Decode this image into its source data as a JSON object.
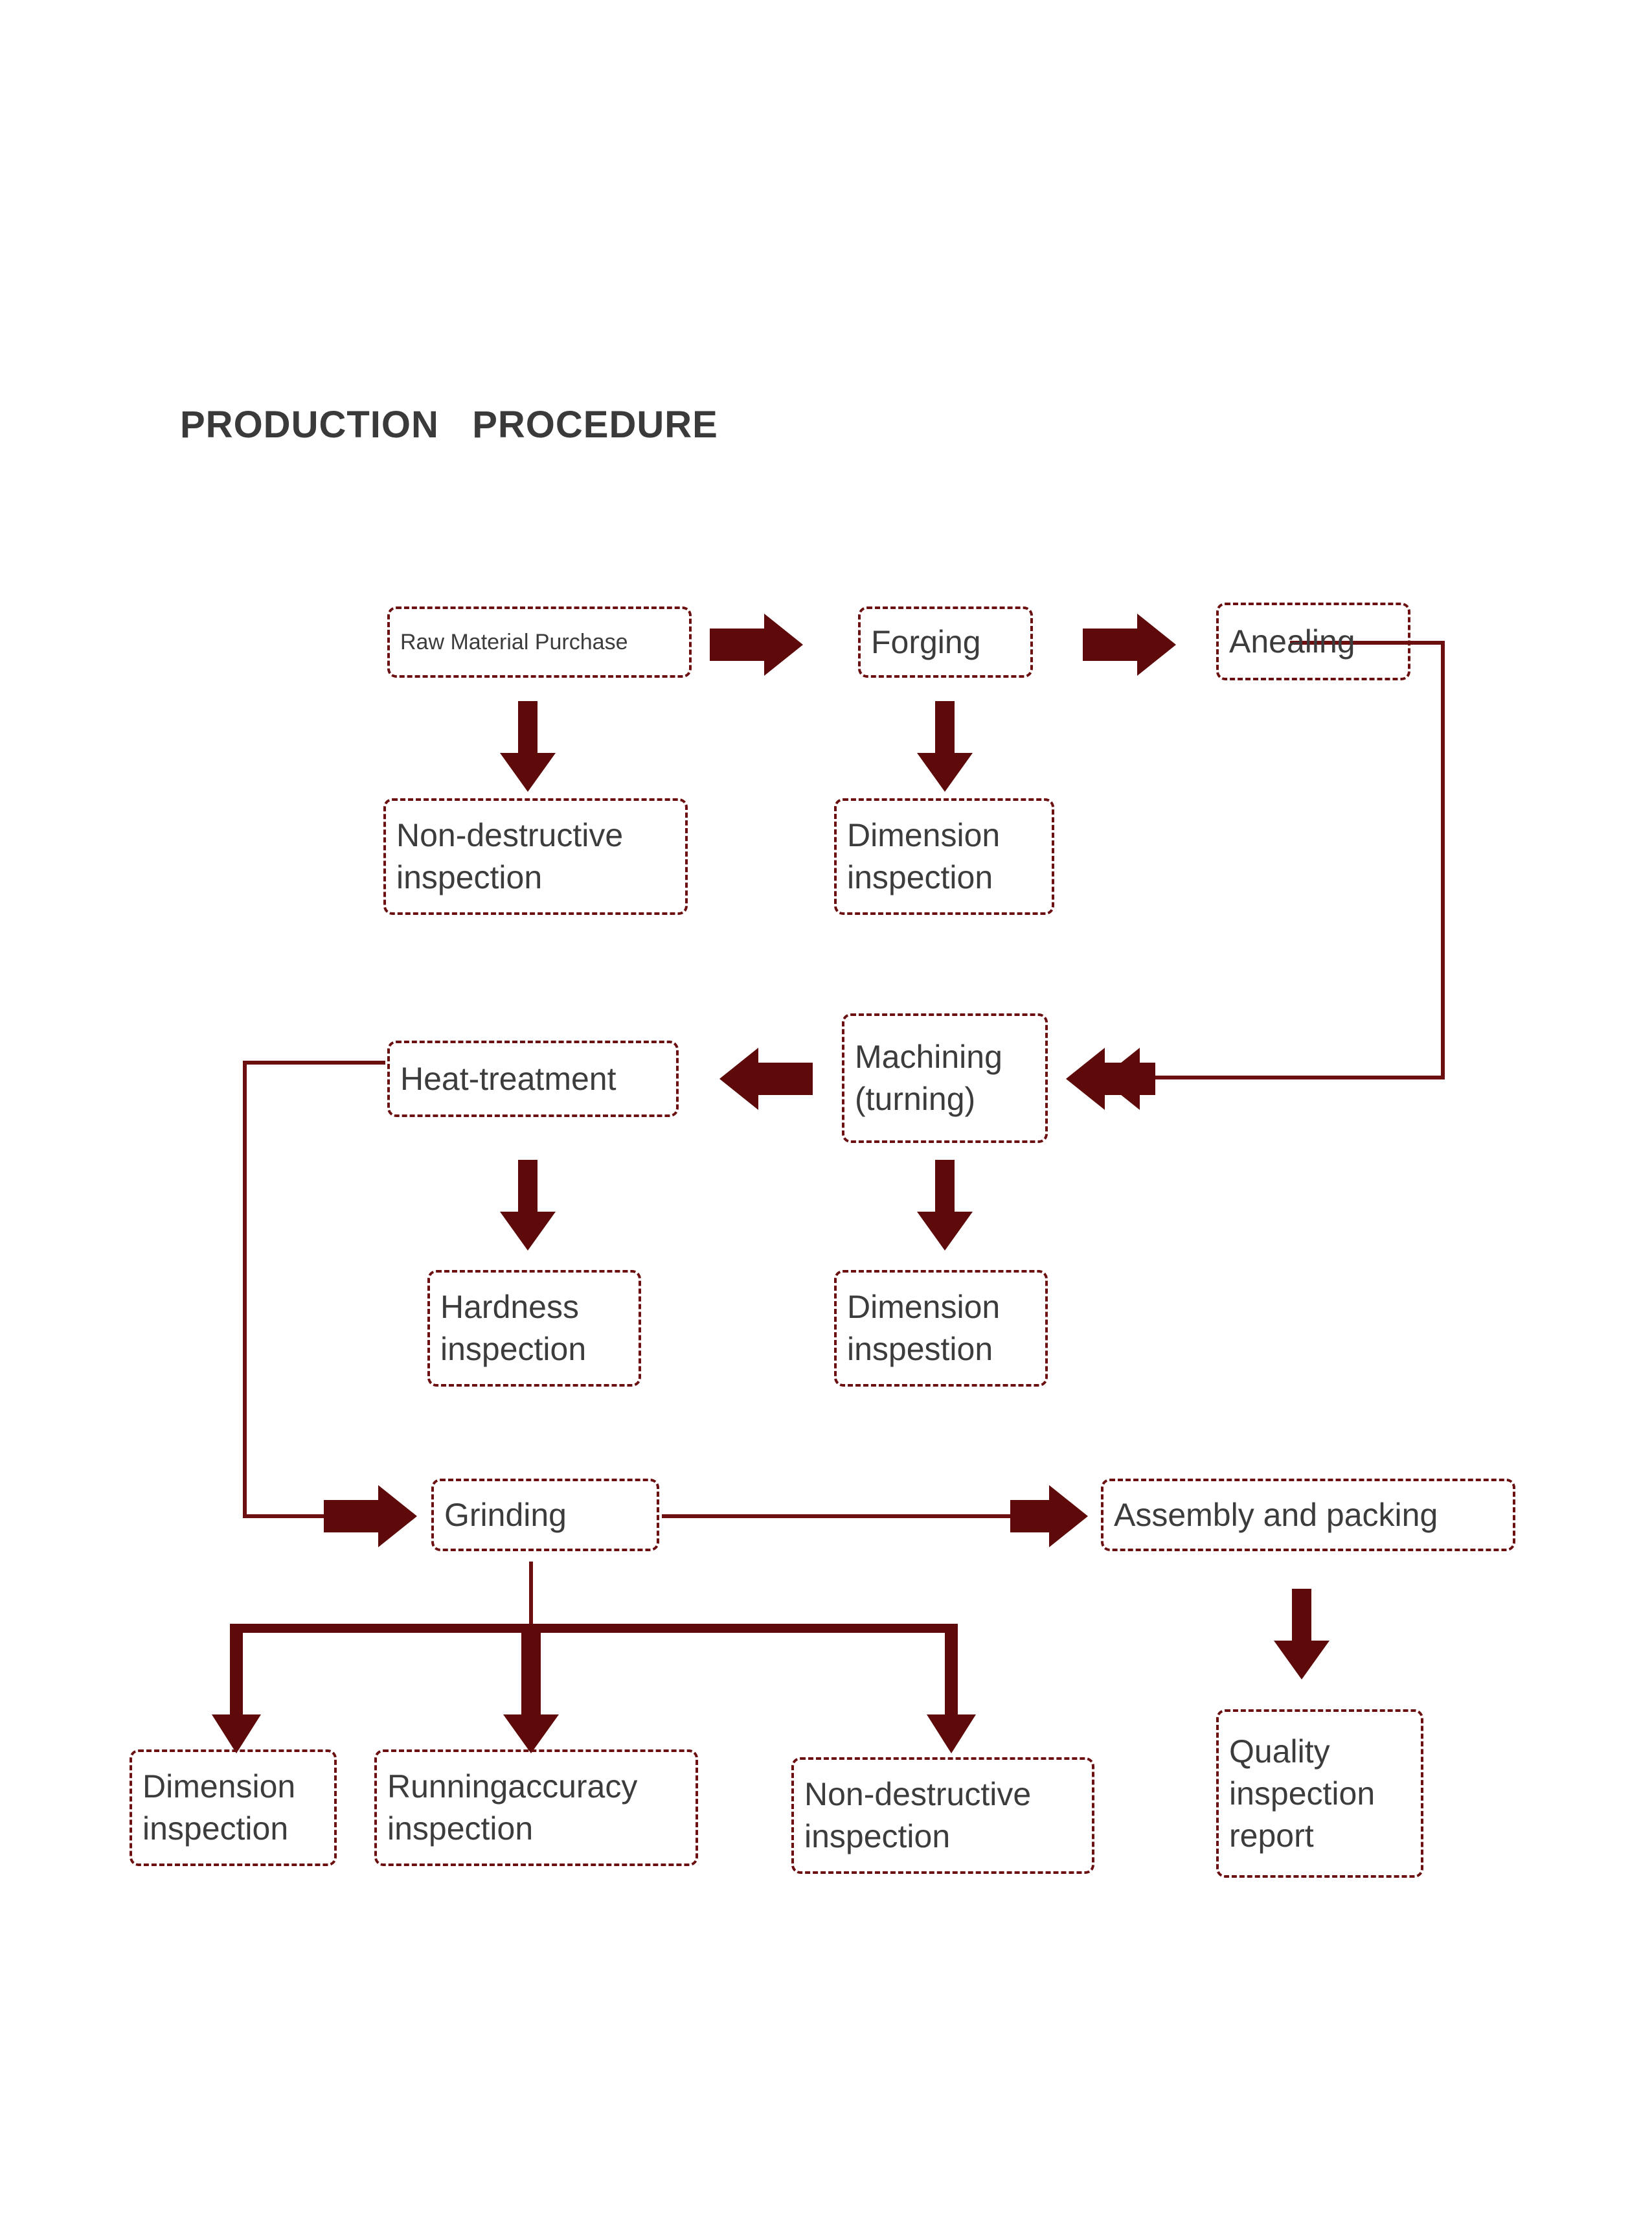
{
  "title": "PRODUCTION   PROCEDURE",
  "colors": {
    "arrow": "#5e0a0a",
    "box_border": "#6b0f10",
    "text": "#3c3c3c",
    "title": "#3a3a3a",
    "background": "#ffffff"
  },
  "chart_data": {
    "type": "diagram",
    "title": "PRODUCTION   PROCEDURE",
    "nodes": [
      {
        "id": "raw_material",
        "label": "Raw Material  Purchase"
      },
      {
        "id": "forging",
        "label": "Forging"
      },
      {
        "id": "anealing",
        "label": "Anealing"
      },
      {
        "id": "nde_1",
        "label": "Non-destructive\ninspection"
      },
      {
        "id": "dimension_1",
        "label": "Dimension\ninspection"
      },
      {
        "id": "heat_treatment",
        "label": "Heat-treatment"
      },
      {
        "id": "machining",
        "label": "Machining\n(turning)"
      },
      {
        "id": "hardness",
        "label": "Hardness\ninspection"
      },
      {
        "id": "dimension_2",
        "label": "Dimension\ninspestion"
      },
      {
        "id": "grinding",
        "label": "Grinding"
      },
      {
        "id": "assembly",
        "label": "Assembly and packing"
      },
      {
        "id": "dimension_3",
        "label": "Dimension\ninspection"
      },
      {
        "id": "running_accuracy",
        "label": "Runningaccuracy\ninspection"
      },
      {
        "id": "nde_2",
        "label": "Non-destructive\ninspection"
      },
      {
        "id": "quality_report",
        "label": "Quality\ninspection\nreport"
      }
    ],
    "edges": [
      {
        "from": "raw_material",
        "to": "forging",
        "style": "block-arrow",
        "direction": "right"
      },
      {
        "from": "forging",
        "to": "anealing",
        "style": "block-arrow",
        "direction": "right"
      },
      {
        "from": "raw_material",
        "to": "nde_1",
        "style": "block-arrow",
        "direction": "down"
      },
      {
        "from": "forging",
        "to": "dimension_1",
        "style": "block-arrow",
        "direction": "down"
      },
      {
        "from": "anealing",
        "to": "machining",
        "style": "routed-line",
        "direction": "left"
      },
      {
        "from": "machining",
        "to": "heat_treatment",
        "style": "block-arrow",
        "direction": "left"
      },
      {
        "from": "heat_treatment",
        "to": "hardness",
        "style": "block-arrow",
        "direction": "down"
      },
      {
        "from": "machining",
        "to": "dimension_2",
        "style": "block-arrow",
        "direction": "down"
      },
      {
        "from": "heat_treatment",
        "to": "grinding",
        "style": "routed-line",
        "direction": "right"
      },
      {
        "from": "grinding",
        "to": "assembly",
        "style": "line-arrow",
        "direction": "right"
      },
      {
        "from": "grinding",
        "to": "dimension_3",
        "style": "bus-branch",
        "direction": "down"
      },
      {
        "from": "grinding",
        "to": "running_accuracy",
        "style": "bus-branch",
        "direction": "down"
      },
      {
        "from": "grinding",
        "to": "nde_2",
        "style": "bus-branch",
        "direction": "down"
      },
      {
        "from": "assembly",
        "to": "quality_report",
        "style": "block-arrow",
        "direction": "down"
      }
    ]
  }
}
